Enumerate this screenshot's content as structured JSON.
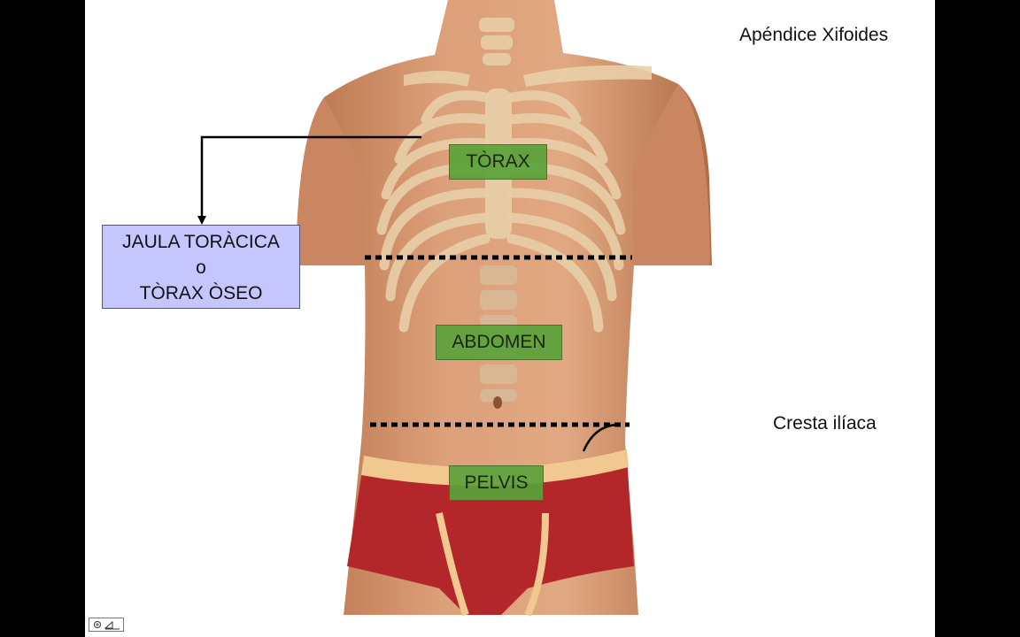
{
  "labels": {
    "thorax": "TÒRAX",
    "abdomen": "ABDOMEN",
    "pelvis": "PELVIS",
    "cage_line1": "JAULA TORÀCICA",
    "cage_line2": "o",
    "cage_line3": "TÒRAX ÒSEO",
    "xiphoid": "Apéndice Xifoides",
    "iliac_crest": "Cresta ilíaca"
  },
  "colors": {
    "region_label": "#5aa23a",
    "cage_box": "#c6c6ff",
    "skin": "#dca07a",
    "bone": "#e8cfa8",
    "briefs": "#b3262a"
  },
  "icons": {
    "slide_nav": "slide-nav-icon"
  }
}
